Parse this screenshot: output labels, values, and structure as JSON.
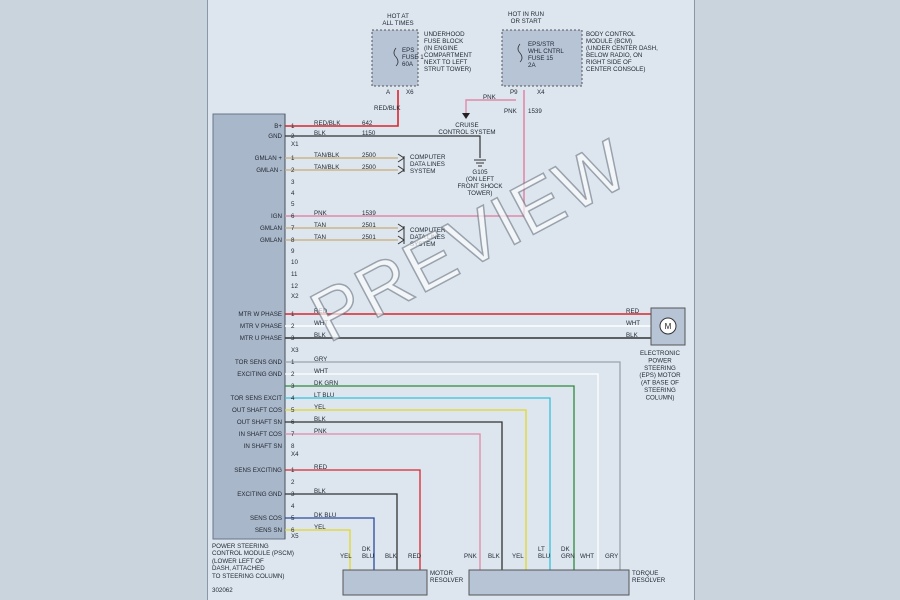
{
  "colors": {
    "red": "#d9262e",
    "black": "#333333",
    "pink": "#e08aa8",
    "tan": "#c9a978",
    "white": "#ffffff",
    "green": "#2e8a3c",
    "lt_blu": "#35c1dc",
    "yellow": "#e3d62a",
    "dk_blu": "#2c4aa0",
    "gray": "#9aa3ab"
  },
  "fuse1": {
    "header": [
      "HOT AT",
      "ALL TIMES"
    ],
    "inner": [
      "EPS",
      "FUSE 1",
      "60A"
    ],
    "desc": [
      "UNDERHOOD",
      "FUSE BLOCK",
      "(IN ENGINE",
      "COMPARTMENT",
      "NEXT TO LEFT",
      "STRUT TOWER)"
    ],
    "pin_a": "A",
    "pin_b": "X6"
  },
  "fuse2": {
    "header": [
      "HOT IN RUN",
      "OR START"
    ],
    "inner": [
      "EPS/STR",
      "WHL CNTRL",
      "FUSE 15",
      "2A"
    ],
    "desc": [
      "BODY CONTROL",
      "MODULE (BCM)",
      "(UNDER CENTER DASH,",
      "BELOW RADIO, ON",
      "RIGHT SIDE OF",
      "CENTER CONSOLE)"
    ],
    "pin_a": "P9",
    "pin_b": "X4"
  },
  "top_wire_labels": {
    "red_blk": "RED/BLK",
    "pnk": "PNK",
    "pnk_circuit": "1539"
  },
  "cruise": [
    "CRUISE",
    "CONTROL SYSTEM"
  ],
  "ground": [
    "G105",
    "(ON LEFT",
    "FRONT SHOCK",
    "TOWER)"
  ],
  "computer_lines": [
    "COMPUTER",
    "DATA LINES",
    "SYSTEM"
  ],
  "module_label": [
    "POWER STEERING",
    "CONTROL MODULE (PSCM)",
    "(LOWER LEFT OF",
    "DASH, ATTACHED",
    "TO STEERING COLUMN)"
  ],
  "figure_id": "302062",
  "connectors": [
    "X1",
    "X2",
    "X3",
    "X4",
    "X5"
  ],
  "upper_pins": [
    {
      "n": "1",
      "func": "B+",
      "color": "RED/BLK",
      "circuit": "642"
    },
    {
      "n": "2",
      "func": "GND",
      "color": "BLK",
      "circuit": "1150"
    },
    {
      "n": "1",
      "func": "GMLAN +",
      "color": "TAN/BLK",
      "circuit": "2500"
    },
    {
      "n": "2",
      "func": "GMLAN -",
      "color": "TAN/BLK",
      "circuit": "2500"
    },
    {
      "n": "3",
      "func": "",
      "color": "",
      "circuit": ""
    },
    {
      "n": "4",
      "func": "",
      "color": "",
      "circuit": ""
    },
    {
      "n": "5",
      "func": "",
      "color": "",
      "circuit": ""
    },
    {
      "n": "6",
      "func": "IGN",
      "color": "PNK",
      "circuit": "1539"
    },
    {
      "n": "7",
      "func": "GMLAN",
      "color": "TAN",
      "circuit": "2501"
    },
    {
      "n": "8",
      "func": "GMLAN",
      "color": "TAN",
      "circuit": "2501"
    },
    {
      "n": "9",
      "func": "",
      "color": "",
      "circuit": ""
    },
    {
      "n": "10",
      "func": "",
      "color": "",
      "circuit": ""
    },
    {
      "n": "11",
      "func": "",
      "color": "",
      "circuit": ""
    },
    {
      "n": "12",
      "func": "",
      "color": "",
      "circuit": ""
    }
  ],
  "motor_pins": [
    {
      "n": "1",
      "func": "MTR W PHASE",
      "color": "RED",
      "end": "RED"
    },
    {
      "n": "2",
      "func": "MTR V PHASE",
      "color": "WHT",
      "end": "WHT"
    },
    {
      "n": "3",
      "func": "MTR U PHASE",
      "color": "BLK",
      "end": "BLK"
    }
  ],
  "motor_label": [
    "ELECTRONIC",
    "POWER",
    "STEERING",
    "(EPS) MOTOR",
    "(AT BASE OF",
    "STEERING",
    "COLUMN)"
  ],
  "motor_symbol": "M",
  "torque_pins": [
    {
      "n": "1",
      "func": "TOR SENS GND",
      "color": "GRY"
    },
    {
      "n": "2",
      "func": "EXCITING GND",
      "color": "WHT"
    },
    {
      "n": "3",
      "func": "",
      "color": "DK GRN"
    },
    {
      "n": "4",
      "func": "TOR SENS EXCIT",
      "color": "LT BLU"
    },
    {
      "n": "5",
      "func": "OUT SHAFT COS",
      "color": "YEL"
    },
    {
      "n": "6",
      "func": "OUT SHAFT SN",
      "color": "BLK"
    },
    {
      "n": "7",
      "func": "IN SHAFT COS",
      "color": "PNK"
    },
    {
      "n": "8",
      "func": "IN SHAFT SN",
      "color": ""
    }
  ],
  "resolver_pins": [
    {
      "n": "1",
      "func": "SENS EXCITING",
      "color": "RED"
    },
    {
      "n": "2",
      "func": "",
      "color": ""
    },
    {
      "n": "3",
      "func": "EXCITING GND",
      "color": "BLK"
    },
    {
      "n": "4",
      "func": "",
      "color": ""
    },
    {
      "n": "5",
      "func": "SENS COS",
      "color": "DK BLU"
    },
    {
      "n": "6",
      "func": "SENS SN",
      "color": "YEL"
    }
  ],
  "motor_resolver": {
    "label": [
      "MOTOR",
      "RESOLVER"
    ],
    "bottom": [
      "YEL",
      "DK BLU",
      "BLK",
      "RED"
    ]
  },
  "torque_resolver": {
    "label": [
      "TORQUE",
      "RESOLVER"
    ],
    "bottom": [
      "PNK",
      "BLK",
      "YEL",
      "LT BLU",
      "DK GRN",
      "WHT",
      "GRY"
    ]
  },
  "watermark": "PREVIEW"
}
